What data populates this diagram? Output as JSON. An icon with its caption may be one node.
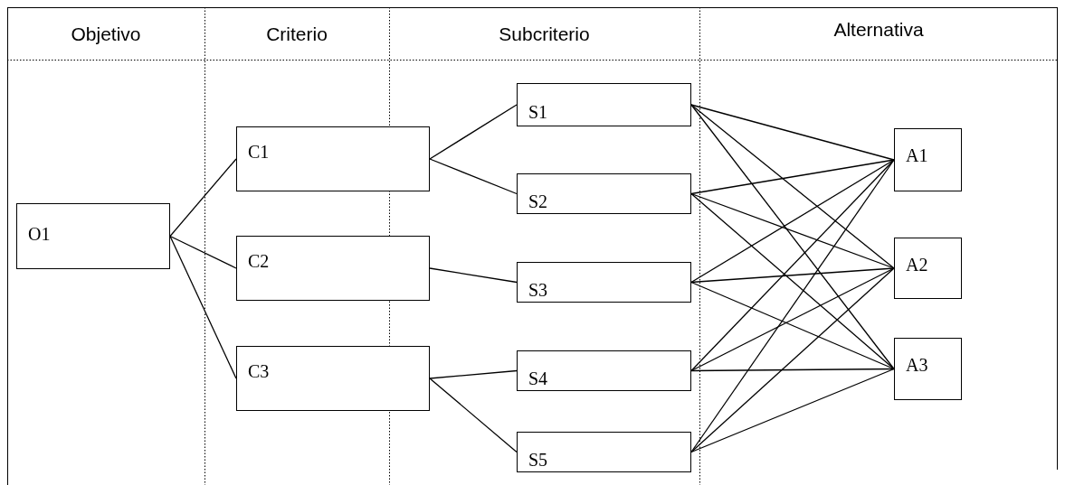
{
  "diagram": {
    "nodes": [
      {
        "text": [
          "O1"
        ]
      },
      {
        "text": [
          "C1"
        ]
      },
      {
        "text": [
          "C2"
        ]
      },
      {
        "text": [
          "C3"
        ]
      },
      {
        "text": [
          "S1"
        ]
      },
      {
        "text": [
          "S2"
        ]
      },
      {
        "text": [
          "S3"
        ]
      },
      {
        "text": [
          "S4"
        ]
      },
      {
        "text": [
          "S5"
        ]
      },
      {
        "text": [
          "A1"
        ]
      },
      {
        "text": [
          "A2"
        ]
      },
      {
        "text": [
          "A3"
        ]
      }
    ],
    "edges": [
      {
        "from": 0,
        "to": 1,
        "arrow": "none"
      },
      {
        "from": 0,
        "to": 2,
        "arrow": "none"
      },
      {
        "from": 0,
        "to": 3,
        "arrow": "none"
      },
      {
        "from": 1,
        "to": 4,
        "arrow": "none"
      },
      {
        "from": 1,
        "to": 5,
        "arrow": "none"
      },
      {
        "from": 2,
        "to": 6,
        "arrow": "none"
      },
      {
        "from": 3,
        "to": 7,
        "arrow": "none"
      },
      {
        "from": 3,
        "to": 8,
        "arrow": "none"
      },
      {
        "from": 4,
        "to": 9,
        "arrow": "none"
      },
      {
        "from": 4,
        "to": 10,
        "arrow": "none"
      },
      {
        "from": 4,
        "to": 11,
        "arrow": "none"
      },
      {
        "from": 5,
        "to": 9,
        "arrow": "none"
      },
      {
        "from": 5,
        "to": 10,
        "arrow": "none"
      },
      {
        "from": 5,
        "to": 11,
        "arrow": "none"
      },
      {
        "from": 6,
        "to": 9,
        "arrow": "none"
      },
      {
        "from": 6,
        "to": 10,
        "arrow": "none"
      },
      {
        "from": 6,
        "to": 11,
        "arrow": "none"
      },
      {
        "from": 7,
        "to": 9,
        "arrow": "none"
      },
      {
        "from": 7,
        "to": 10,
        "arrow": "none"
      },
      {
        "from": 7,
        "to": 11,
        "arrow": "none"
      },
      {
        "from": 8,
        "to": 9,
        "arrow": "none"
      },
      {
        "from": 8,
        "to": 10,
        "arrow": "none"
      },
      {
        "from": 8,
        "to": 11,
        "arrow": "none"
      }
    ],
    "labels": [
      "Objetivo",
      "Criterio",
      "Subcriterio",
      "Alternativa"
    ]
  }
}
